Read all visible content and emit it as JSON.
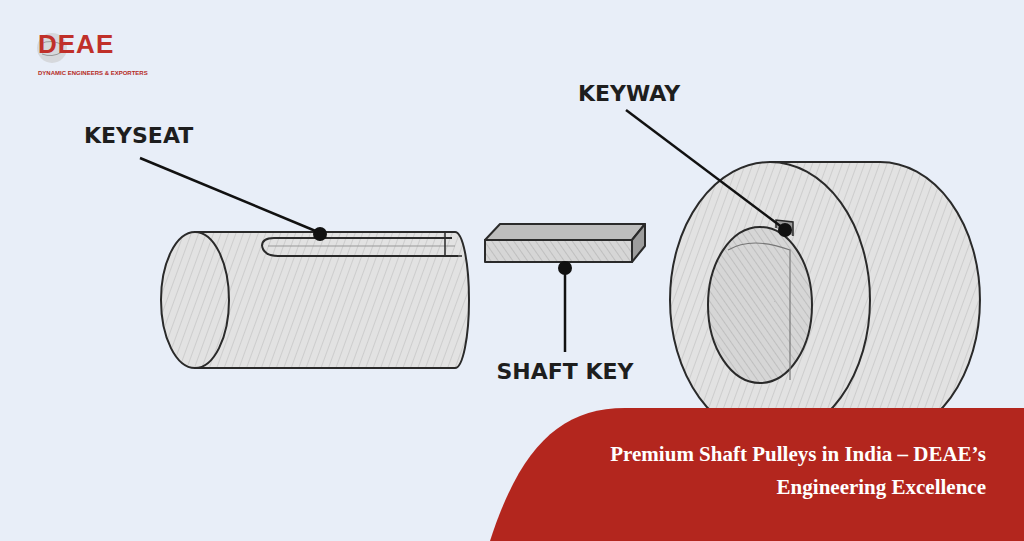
{
  "diagram": {
    "nodes": [
      {
        "text": [
          "Premium Shaft Pulleys in India – DEAE’s Engineering Excellence"
        ]
      }
    ],
    "labels": [
      "DEAE",
      "DYNAMIC ENGINEERS & EXPORTERS",
      "KEYSEAT",
      "KEYWAY",
      "SHAFT KEY"
    ]
  }
}
